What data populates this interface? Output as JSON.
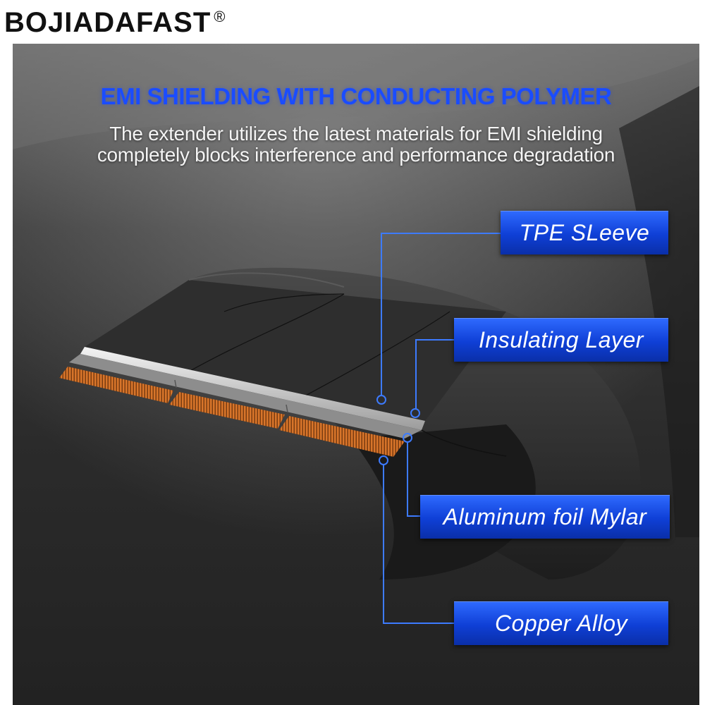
{
  "brand": {
    "name": "BOJIADAFAST",
    "registered_mark": "®"
  },
  "headline": "EMI SHIELDING WITH CONDUCTING POLYMER",
  "subtitle": {
    "line1": "The extender utilizes the latest materials for EMI shielding",
    "line2": "completely blocks interference and performance degradation"
  },
  "callouts": {
    "tpe": "TPE  SLeeve",
    "insulating": "Insulating  Layer",
    "aluminum": "Aluminum  foil  Mylar",
    "copper": "Copper  Alloy"
  },
  "colors": {
    "accent_blue": "#1a4cff",
    "label_blue": "#1f56f0",
    "leader_line": "#3d7bff",
    "background_dark": "#2a2a2a",
    "copper": "#c8651e"
  }
}
